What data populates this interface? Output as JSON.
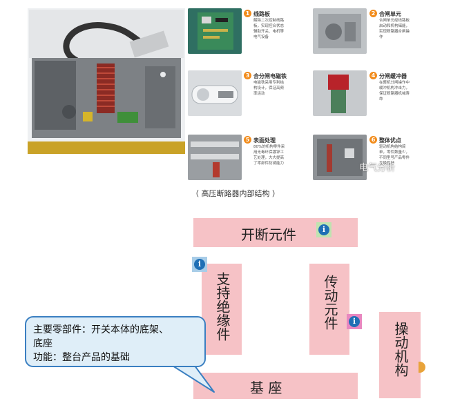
{
  "panels": [
    {
      "num": "1",
      "title": "线路板",
      "desc": "解除二次控制线路板，实现控合状态辅助开关、电机等电气设备"
    },
    {
      "num": "2",
      "title": "合闸单元",
      "desc": "合闸单元经线路板启动和机构储能，实现断路器合闸操作"
    },
    {
      "num": "3",
      "title": "合分闸电磁铁",
      "desc": "电磁铁采用专利结构设计，保证高频率运动"
    },
    {
      "num": "4",
      "title": "分闸缓冲器",
      "desc": "在整机分闸操作中缓冲机构冲击力，保证断路器机械寿命"
    },
    {
      "num": "5",
      "title": "表面处理",
      "desc": "80%的机构零件采用无毒环保镀锌工艺处理，大大提高了零部件防锈能力"
    },
    {
      "num": "6",
      "title": "整体优点",
      "desc": "驱动机构结构简单，零件数量少，不同型号产品零件互换性好"
    }
  ],
  "watermark": "电气分析",
  "caption": "（ 高压断路器内部结构 ）",
  "diagram": {
    "top_component": "开断元件",
    "support": "支持绝缘件",
    "transmission": "传动元件",
    "operating": "操动机构",
    "base": "基 座",
    "info_symbol": "i"
  },
  "callout": {
    "line1": "主要零部件：开关本体的底架、",
    "line2": "底座",
    "line3": "功能：整台产品的基础"
  },
  "colors": {
    "box_fill": "#f6c2c6",
    "info_box_green": "#bfe3b0",
    "info_box_blue": "#a8cde8",
    "info_box_pink": "#e887c0",
    "callout_fill": "#dfeef8",
    "callout_border": "#3a7fc1",
    "badge": "#f28c1c"
  }
}
